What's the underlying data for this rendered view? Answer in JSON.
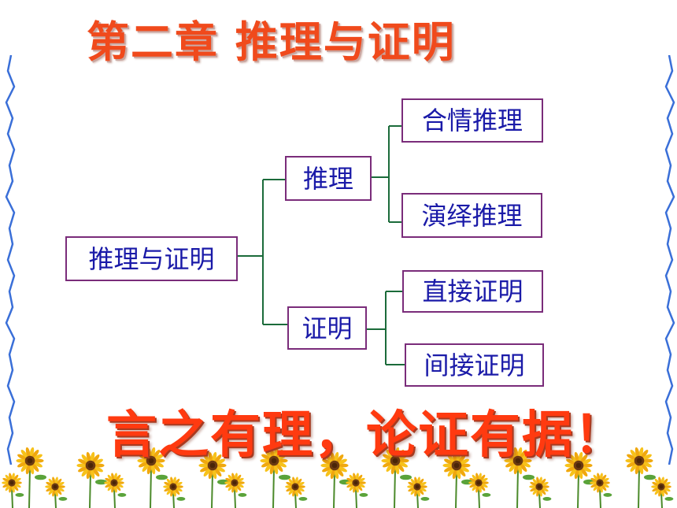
{
  "title": "第二章  推理与证明",
  "motto": "言之有理，论证有据！",
  "diagram": {
    "root": "推理与证明",
    "branches": [
      {
        "label": "推理",
        "children": [
          "合情推理",
          "演绎推理"
        ]
      },
      {
        "label": "证明",
        "children": [
          "直接证明",
          "间接证明"
        ]
      }
    ]
  },
  "colors": {
    "title": "#f04a1c",
    "node_text": "#1a1aa8",
    "node_border": "#7a2c7a",
    "connector": "#1b6b3a",
    "border_line": "#3a6fd8"
  }
}
